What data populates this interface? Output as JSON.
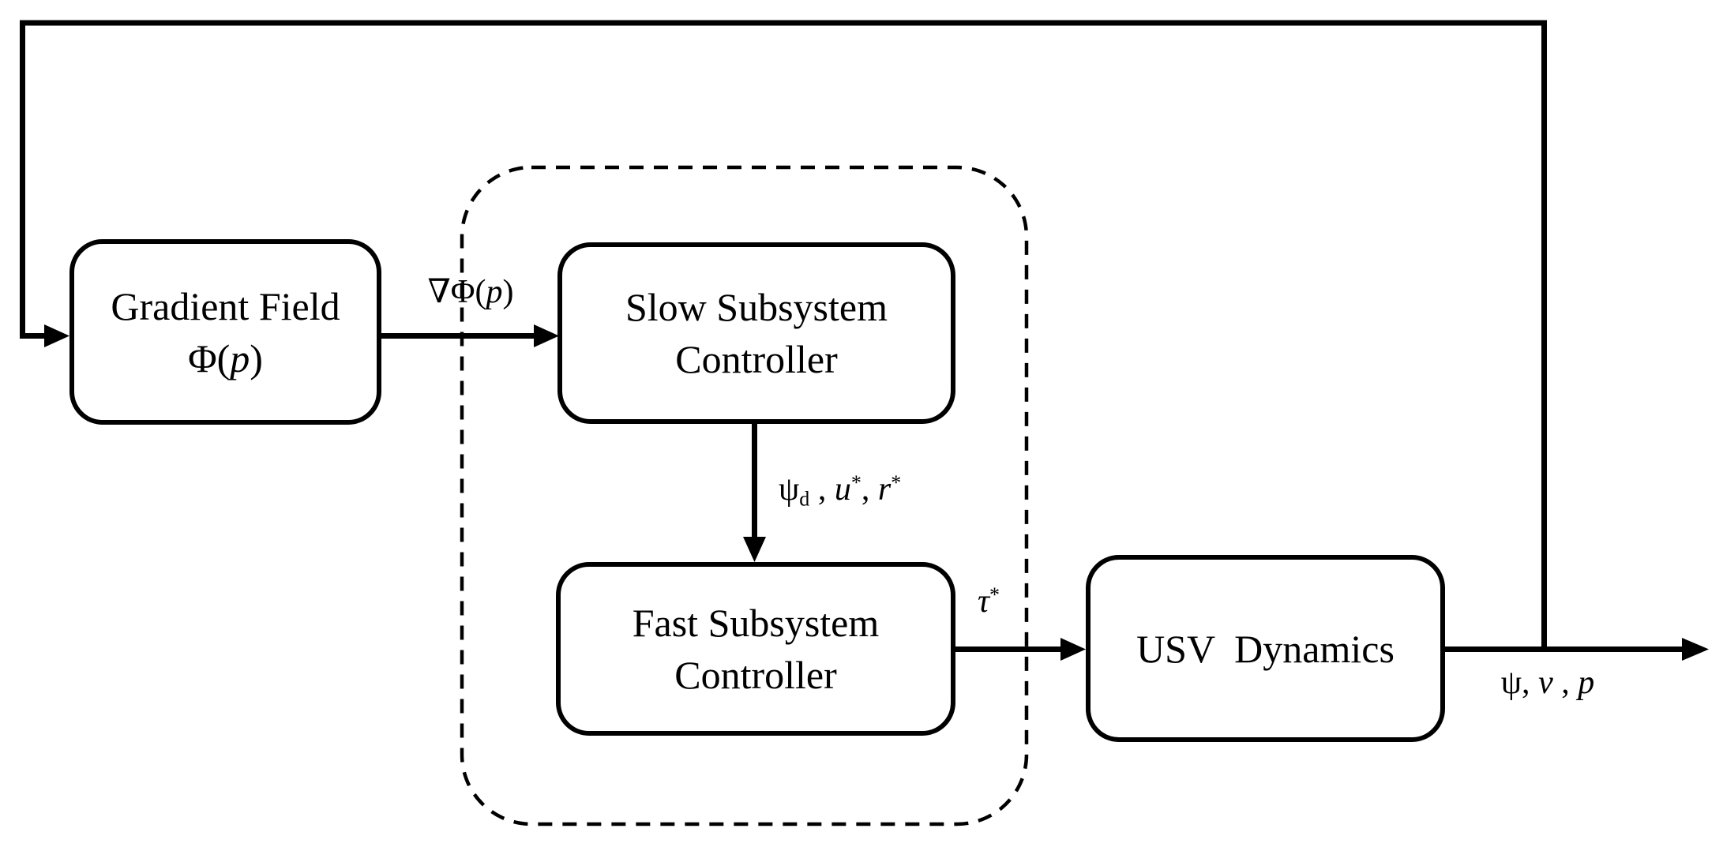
{
  "blocks": {
    "gradient_field": {
      "line1": "Gradient Field",
      "formula_pre": "Φ(",
      "formula_var": "p",
      "formula_post": ")"
    },
    "slow_controller": {
      "line1": "Slow Subsystem",
      "line2": "Controller"
    },
    "fast_controller": {
      "line1": "Fast Subsystem",
      "line2": "Controller"
    },
    "usv_dynamics": {
      "label": "USV  Dynamics"
    }
  },
  "signals": {
    "gradient_out": {
      "pre": "∇Φ(",
      "var": "p",
      "post": ")"
    },
    "slow_out": {
      "base1": "ψ",
      "sub1": "d",
      "sep1": " , ",
      "base2": "u",
      "sup2": "*",
      "sep2": ", ",
      "base3": "r",
      "sup3": "*"
    },
    "fast_out": {
      "base": "τ",
      "sup": "*"
    },
    "usv_out": {
      "part1": "ψ, ",
      "part2": "v",
      "part3": " , ",
      "part4": "p"
    }
  },
  "colors": {
    "line": "#000000",
    "background": "#ffffff"
  }
}
